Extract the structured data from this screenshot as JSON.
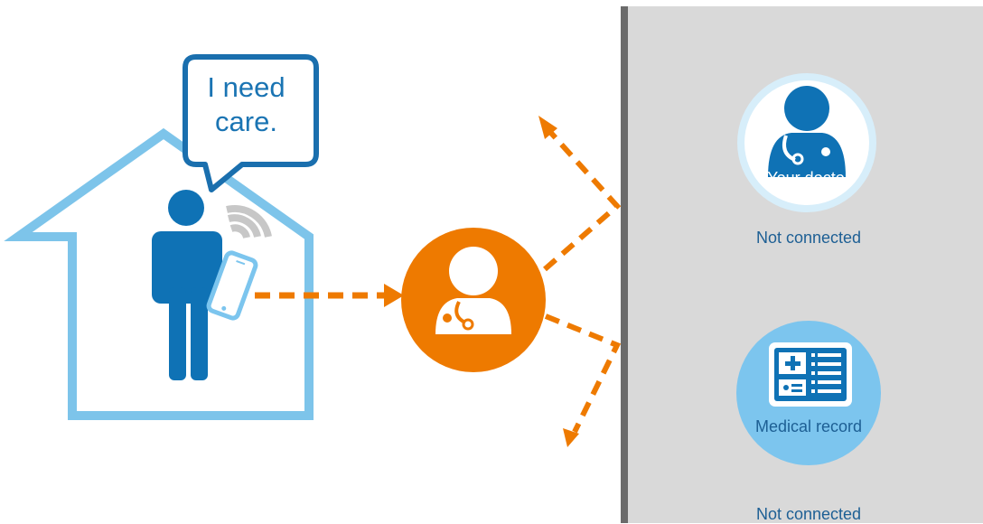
{
  "speech": {
    "text": "I need care."
  },
  "doctor": {
    "label": "Your doctor",
    "status": "Not connected"
  },
  "record": {
    "label": "Medical record",
    "status": "Not connected"
  },
  "icons": {
    "home": "house-outline-icon",
    "person": "person-icon",
    "phone": "smartphone-icon",
    "wifi": "wifi-signal-icon",
    "telehealth": "telehealth-doctor-icon",
    "doctor": "doctor-icon",
    "record": "medical-record-tablet-icon"
  },
  "colors": {
    "house": "#7dc4ea",
    "person": "#0f72b5",
    "phone": "#7cc5ee",
    "wifi": "#c7c7c7",
    "orange": "#ee7a00",
    "panel": "#d9d9d9",
    "panel_edge": "#6b6b6b",
    "text_blue": "#1d5f94"
  }
}
